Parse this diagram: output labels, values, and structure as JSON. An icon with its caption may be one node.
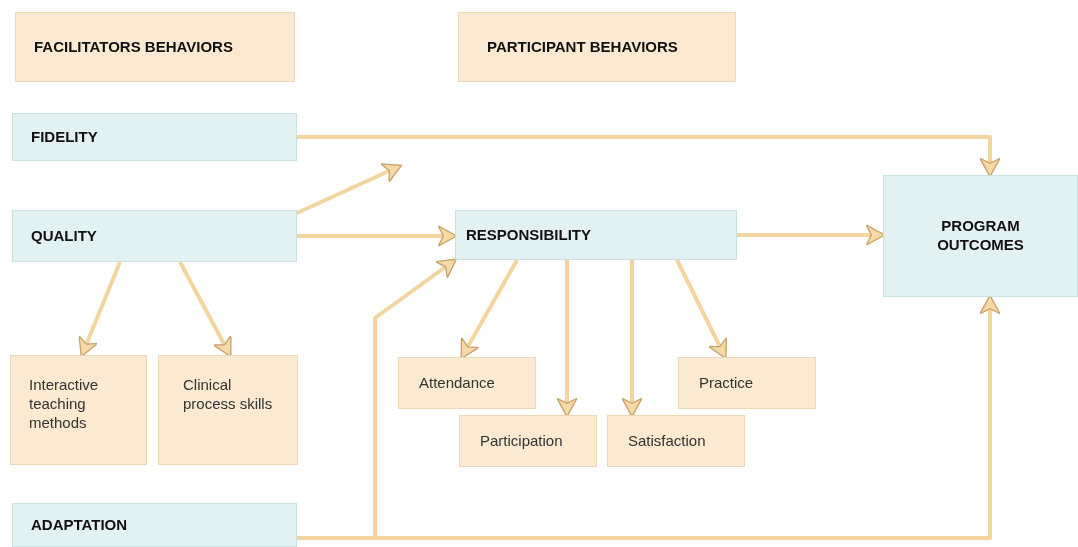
{
  "diagram": {
    "nodes": [
      {
        "text": [
          "FACILITATORS BEHAVIORS"
        ]
      },
      {
        "text": [
          "PARTICIPANT BEHAVIORS"
        ]
      },
      {
        "text": [
          "FIDELITY"
        ]
      },
      {
        "text": [
          "QUALITY"
        ]
      },
      {
        "text": [
          "RESPONSIBILITY"
        ]
      },
      {
        "text": [
          "PROGRAM OUTCOMES"
        ]
      },
      {
        "text": [
          "Interactive teaching methods"
        ]
      },
      {
        "text": [
          "Clinical process skills"
        ]
      },
      {
        "text": [
          "Attendance"
        ]
      },
      {
        "text": [
          "Practice"
        ]
      },
      {
        "text": [
          "Participation"
        ]
      },
      {
        "text": [
          "Satisfaction"
        ]
      },
      {
        "text": [
          "ADAPTATION"
        ]
      }
    ],
    "edges": [
      {
        "from": 2,
        "to": 5,
        "arrow": "to"
      },
      {
        "from": 3,
        "to": 4,
        "arrow": "to"
      },
      {
        "from": 3,
        "to": null,
        "arrow": "to"
      },
      {
        "from": 3,
        "to": 6,
        "arrow": "to"
      },
      {
        "from": 3,
        "to": 7,
        "arrow": "to"
      },
      {
        "from": 4,
        "to": 8,
        "arrow": "to"
      },
      {
        "from": 4,
        "to": 10,
        "arrow": "to"
      },
      {
        "from": 4,
        "to": 11,
        "arrow": "to"
      },
      {
        "from": 4,
        "to": 9,
        "arrow": "to"
      },
      {
        "from": 4,
        "to": 5,
        "arrow": "to"
      },
      {
        "from": 12,
        "to": 4,
        "arrow": "to"
      },
      {
        "from": 12,
        "to": 5,
        "arrow": "to"
      }
    ]
  }
}
